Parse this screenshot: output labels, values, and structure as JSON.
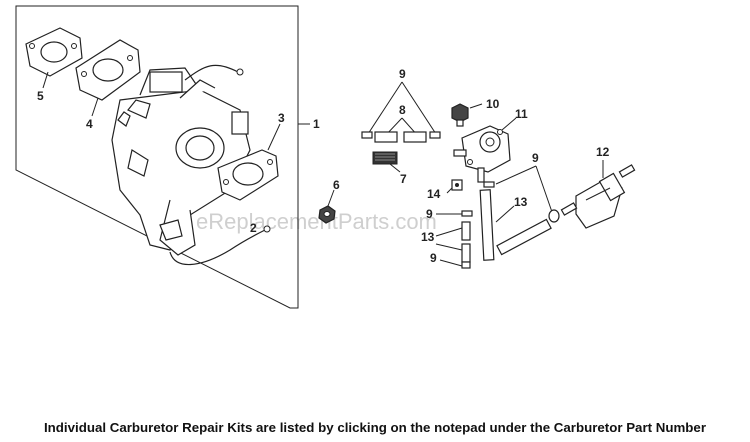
{
  "watermark": "eReplacementParts.com",
  "footer_note": "Individual Carburetor Repair Kits are listed by clicking on the notepad under the Carburetor Part Number",
  "callouts": {
    "c1": "1",
    "c2": "2",
    "c3": "3",
    "c4": "4",
    "c5": "5",
    "c6": "6",
    "c7": "7",
    "c8": "8",
    "c9_top": "9",
    "c9_right": "9",
    "c9_mid": "9",
    "c9_bottom": "9",
    "c10": "10",
    "c11": "11",
    "c12": "12",
    "c13_right": "13",
    "c13_left": "13",
    "c14": "14"
  }
}
